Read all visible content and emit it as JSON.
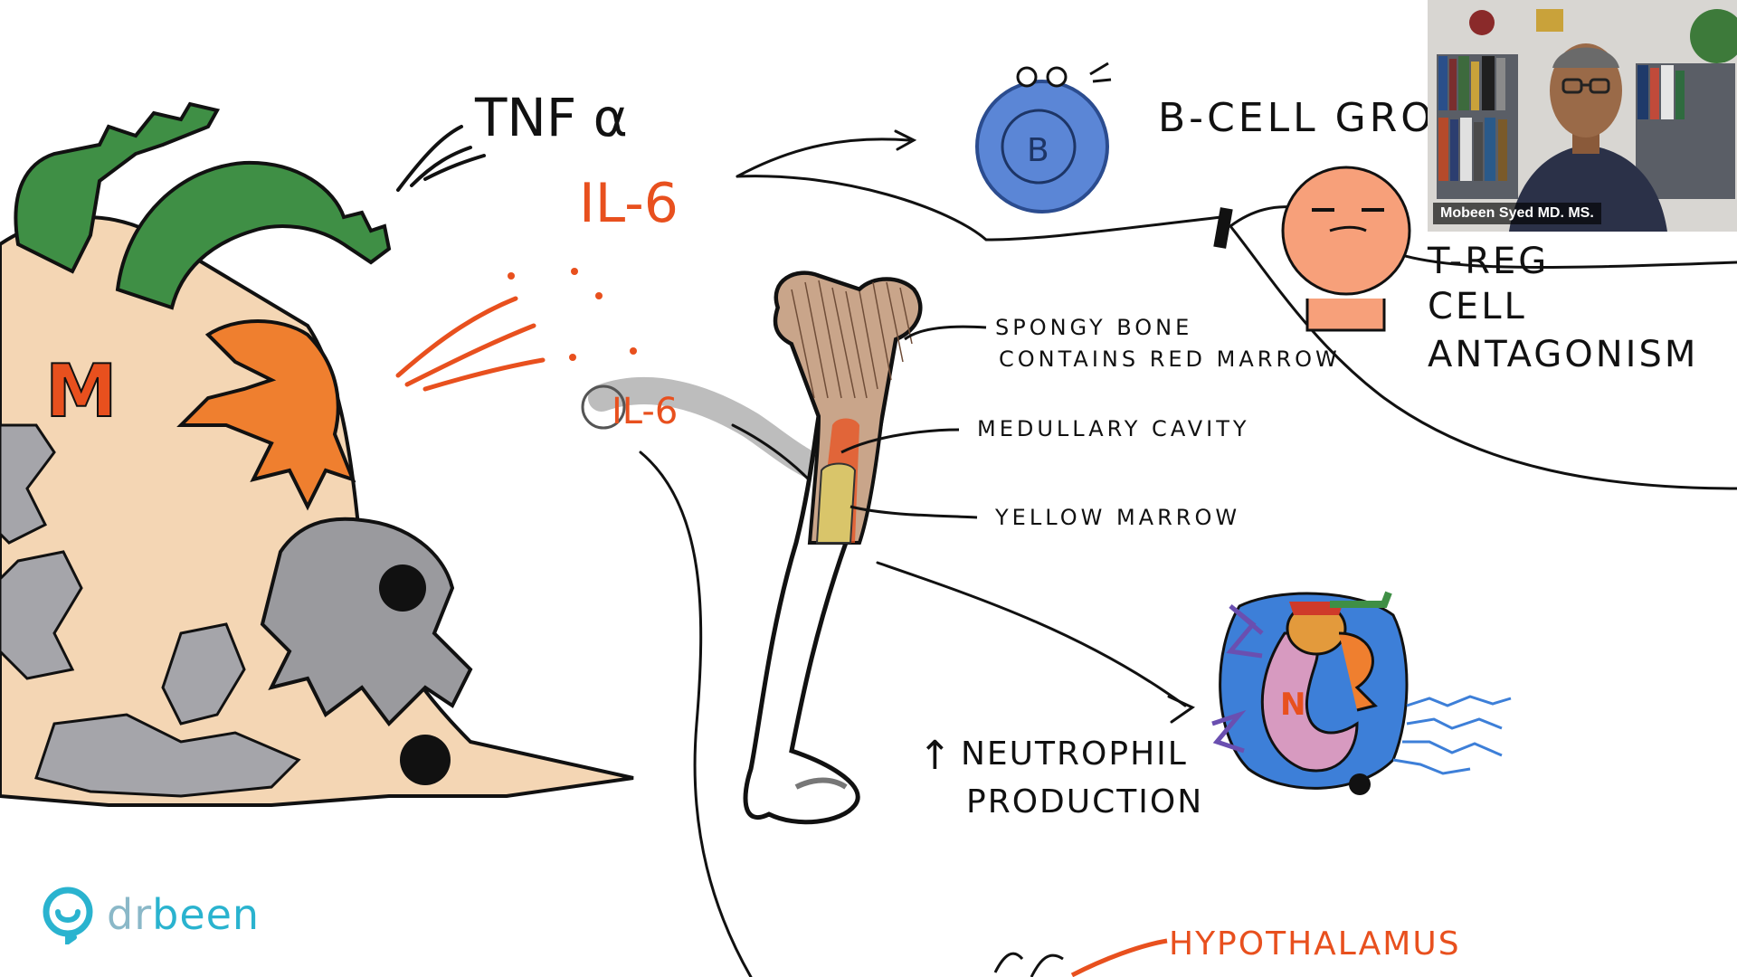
{
  "labels": {
    "tnf": "TNF α",
    "il6_top": "IL-6",
    "il6_mid": "IL-6",
    "bcell_letter": "B",
    "bcell_growth": "B-CELL GROW",
    "treg_line1": "T-REG",
    "treg_line2": "CELL",
    "treg_line3": "ANTAGONISM",
    "macrophage_letter": "M",
    "spongy_line1": "SPONGY  BONE",
    "spongy_line2": "CONTAINS  RED MARROW",
    "medullary": "MEDULLARY CAVITY",
    "yellow_marrow": "YELLOW  MARROW",
    "neutrophil_arrow": "↑",
    "neutrophil_line1": "NEUTROPHIL",
    "neutrophil_line2": "PRODUCTION",
    "neutrophil_letter": "N",
    "hypothalamus": "HYPOTHALAMUS"
  },
  "webcam": {
    "presenter_name": "Mobeen Syed MD. MS."
  },
  "logo": {
    "part1": "dr",
    "part2": "been"
  },
  "colors": {
    "accent_orange": "#e8501e",
    "bcell_blue": "#5b86d6",
    "treg_peach": "#f7a07a",
    "bone_brown": "#b08a70",
    "logo_cyan": "#2ab3cf",
    "macro_green": "#3f8f45",
    "macro_body": "#f4d6b4"
  }
}
